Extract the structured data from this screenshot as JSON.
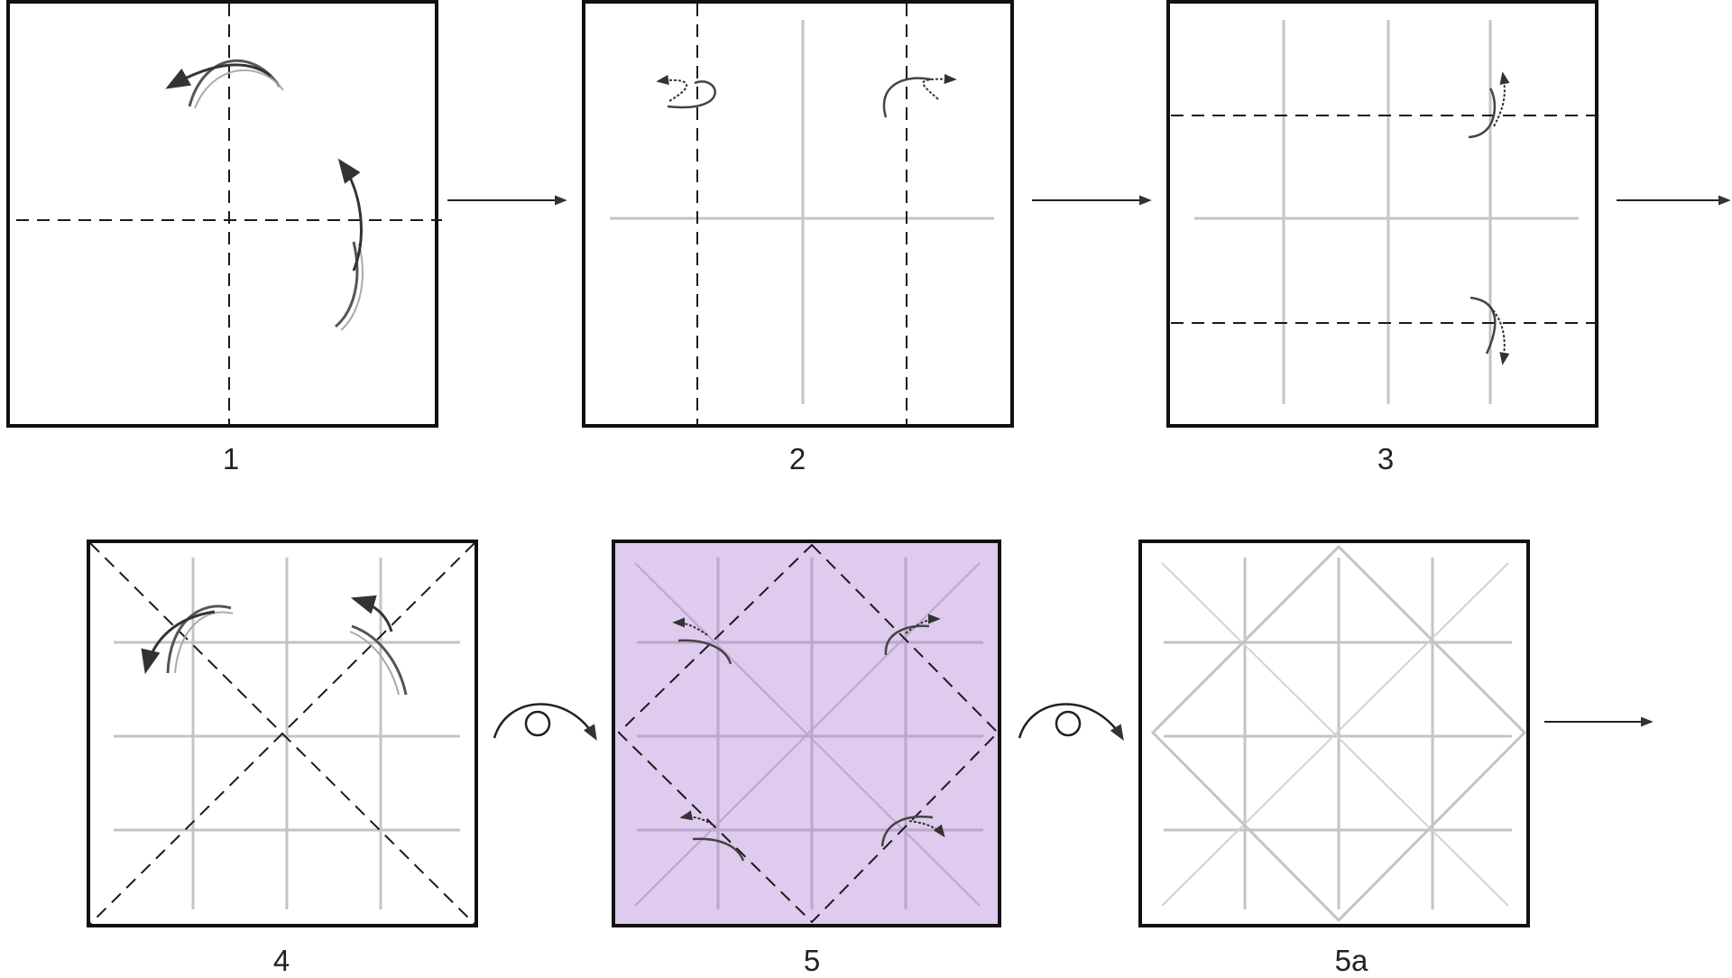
{
  "diagram": {
    "steps": [
      {
        "id": "1",
        "label": "1"
      },
      {
        "id": "2",
        "label": "2"
      },
      {
        "id": "3",
        "label": "3"
      },
      {
        "id": "4",
        "label": "4"
      },
      {
        "id": "5",
        "label": "5",
        "paper_color": "#dfcbee"
      },
      {
        "id": "5a",
        "label": "5a"
      }
    ],
    "colors": {
      "frame": "#111111",
      "fold_line": "#1a1a1a",
      "crease": "#c4c4c4",
      "arrow": "#333333",
      "paper": "#ffffff",
      "paper_reverse": "#dfcbee"
    },
    "icons": {
      "next_step": "right-arrow-icon",
      "turn_over": "turn-over-icon",
      "valley_fold": "valley-fold-arrow-icon",
      "mountain_fold": "mountain-fold-arrow-icon"
    }
  }
}
